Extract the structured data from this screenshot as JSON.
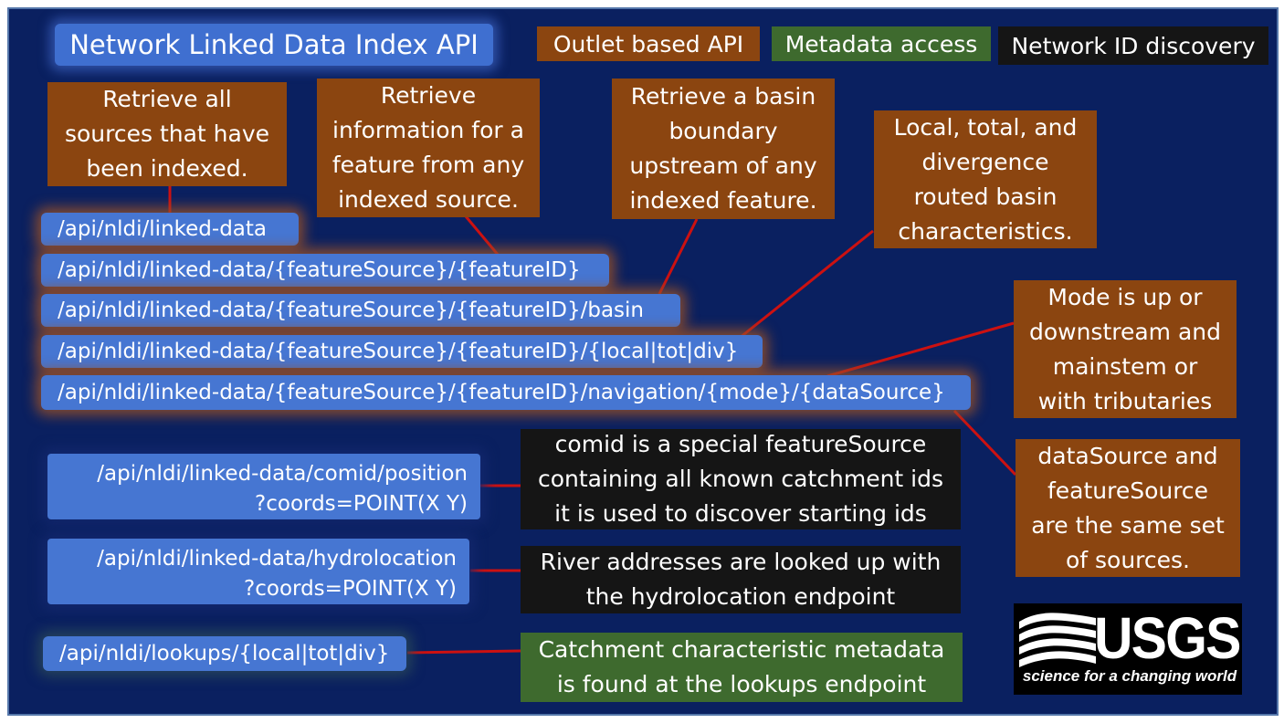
{
  "title": "Network Linked Data Index API",
  "legend": {
    "outlet": "Outlet based API",
    "metadata": "Metadata access",
    "network": "Network ID discovery"
  },
  "descriptions": {
    "sources": "Retrieve all\nsources that have\nbeen indexed.",
    "feature": "Retrieve\ninformation for a\nfeature from any\nindexed source.",
    "basin": "Retrieve a basin\nboundary\nupstream of any\nindexed feature.",
    "characteristics": "Local, total, and\ndivergence\nrouted basin\ncharacteristics.",
    "mode": "Mode is up or\ndownstream and\nmainstem or\nwith tributaries",
    "datasource": "dataSource and\nfeatureSource\nare the same set\nof sources.",
    "comid": "comid is a special featureSource\ncontaining all known catchment ids\nit is used to discover starting ids",
    "hydrolocation": "River addresses are looked up with\nthe hydrolocation endpoint",
    "lookups": "Catchment characteristic metadata\nis found at the lookups endpoint"
  },
  "endpoints": {
    "linked_data": "/api/nldi/linked-data",
    "feature": "/api/nldi/linked-data/{featureSource}/{featureID}",
    "basin": "/api/nldi/linked-data/{featureSource}/{featureID}/basin",
    "characteristics": "/api/nldi/linked-data/{featureSource}/{featureID}/{local|tot|div}",
    "navigation": "/api/nldi/linked-data/{featureSource}/{featureID}/navigation/{mode}/{dataSource}",
    "position": "/api/nldi/linked-data/comid/position\n?coords=POINT(X Y)",
    "hydrolocation": "/api/nldi/linked-data/hydrolocation\n?coords=POINT(X Y)",
    "lookups": "/api/nldi/lookups/{local|tot|div}"
  },
  "logo": {
    "word": "USGS",
    "tagline": "science for a changing world"
  },
  "colors": {
    "background": "#0a2060",
    "outlet": "#8b4510",
    "metadata": "#3e6a2e",
    "network": "#151515",
    "endpoint": "#4676d2",
    "connector": "#cc1111"
  }
}
